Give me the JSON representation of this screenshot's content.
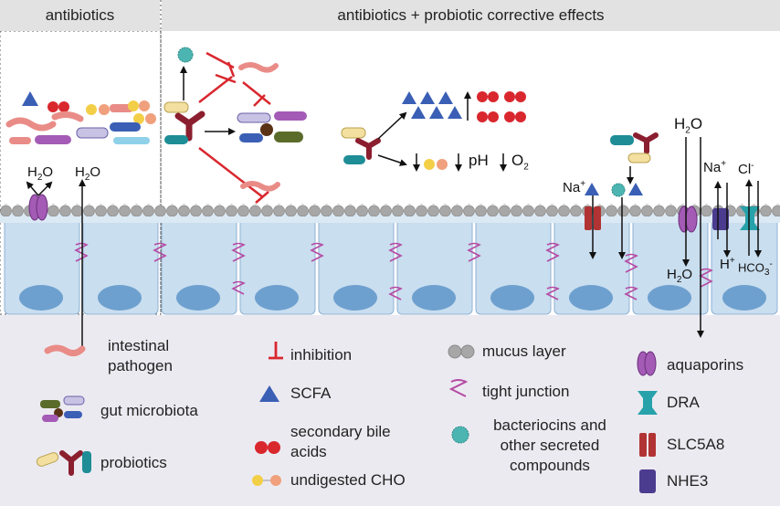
{
  "header": {
    "left": "antibiotics",
    "right": "antibiotics + probiotic corrective effects"
  },
  "labels": {
    "water": "H",
    "water_sub": "2",
    "water_o": "O",
    "ph": "pH",
    "o2": "O",
    "o2_sub": "2",
    "na": "Na",
    "na_sup": "+",
    "cl": "Cl",
    "cl_sup": "-",
    "h": "H",
    "h_sup": "+",
    "hco3": "HCO",
    "hco3_sub": "3",
    "hco3_sup": "-"
  },
  "legend": {
    "pathogen": "intestinal pathogen",
    "microbiota": "gut microbiota",
    "probiotics": "probiotics",
    "inhibition": "inhibition",
    "scfa": "SCFA",
    "bile": "secondary bile acids",
    "cho": "undigested CHO",
    "mucus": "mucus layer",
    "tight": "tight junction",
    "bacteriocins": "bacteriocins and other secreted compounds",
    "aquaporins": "aquaporins",
    "dra": "DRA",
    "slc": "SLC5A8",
    "nhe3": "NHE3"
  },
  "colors": {
    "header_bg": "#e2e2e2",
    "lumen_bg": "#ffffff",
    "cell_bg": "#c9deef",
    "nucleus": "#6ea0cf",
    "bottom_bg": "#eceaf1",
    "mucus": "#a7a7a7",
    "inhibition": "#d9272e",
    "scfa": "#3a5fb5",
    "bile": "#d9272e",
    "cho_yellow": "#f3cf48",
    "cho_orange": "#f0a07c",
    "tight": "#b54aa3",
    "bacteriocin": "#4cb5b2",
    "aquaporin": "#a45bb5",
    "dra": "#27a2aa",
    "slc": "#b23333",
    "nhe3": "#4b3c8f",
    "pathogen": "#e98c87"
  }
}
